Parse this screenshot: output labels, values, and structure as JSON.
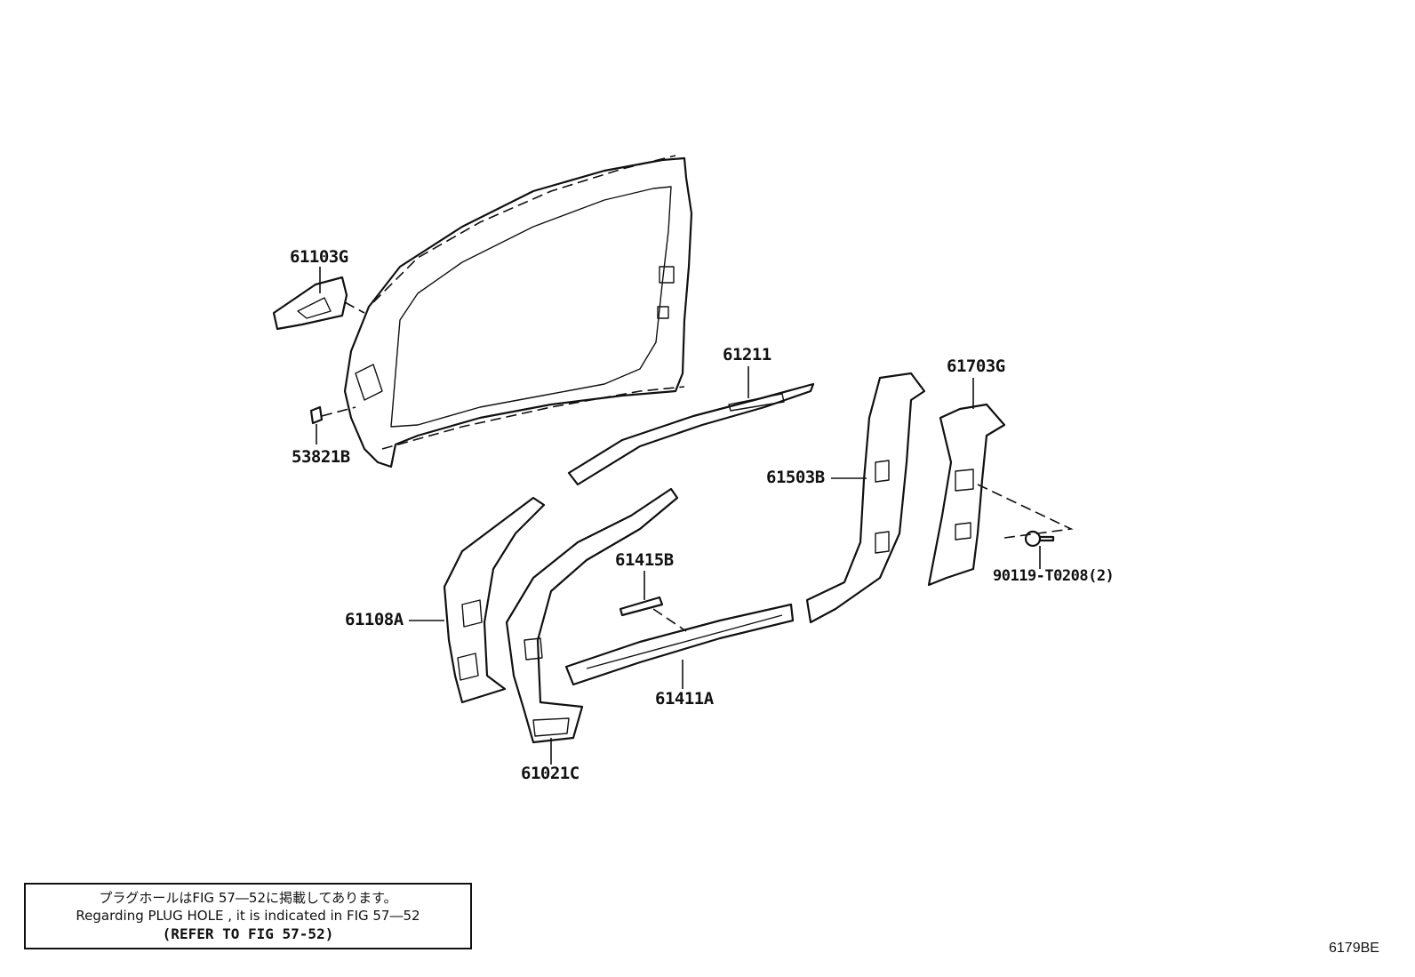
{
  "callouts": {
    "p61103G": "61103G",
    "p53821B": "53821B",
    "p61211": "61211",
    "p61703G": "61703G",
    "p61503B": "61503B",
    "p90119": "90119-T0208(2)",
    "p61415B": "61415B",
    "p61108A": "61108A",
    "p61411A": "61411A",
    "p61021C": "61021C"
  },
  "note": {
    "line1": "プラグホールはFIG 57―52に掲載してあります。",
    "line2": "Regarding PLUG HOLE , it is indicated in FIG 57―52",
    "line3": "(REFER TO FIG 57-52)"
  },
  "figure_code": "6179BE"
}
